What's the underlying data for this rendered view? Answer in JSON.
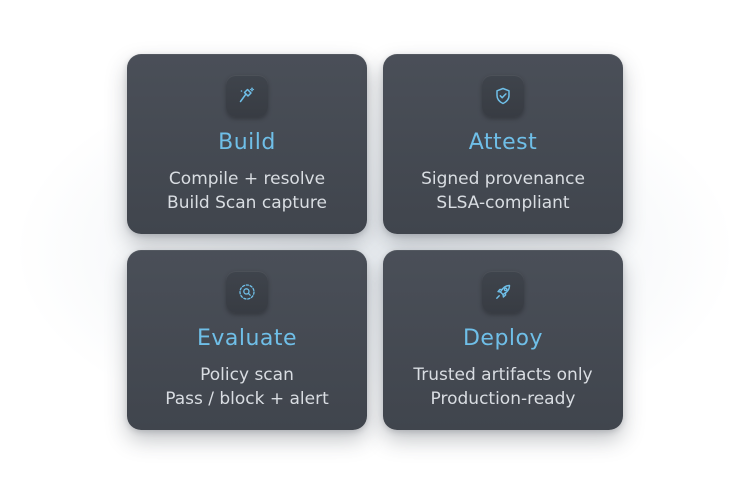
{
  "colors": {
    "accent": "#6fbfe8",
    "card_bg": "#454a52",
    "text": "#d9dde2"
  },
  "cards": [
    {
      "title": "Build",
      "icon": "hammer-icon",
      "lines": [
        "Compile + resolve",
        "Build Scan capture"
      ]
    },
    {
      "title": "Attest",
      "icon": "shield-check-icon",
      "lines": [
        "Signed provenance",
        "SLSA-compliant"
      ]
    },
    {
      "title": "Evaluate",
      "icon": "search-scan-icon",
      "lines": [
        "Policy scan",
        "Pass / block + alert"
      ]
    },
    {
      "title": "Deploy",
      "icon": "rocket-icon",
      "lines": [
        "Trusted artifacts only",
        "Production-ready"
      ]
    }
  ]
}
